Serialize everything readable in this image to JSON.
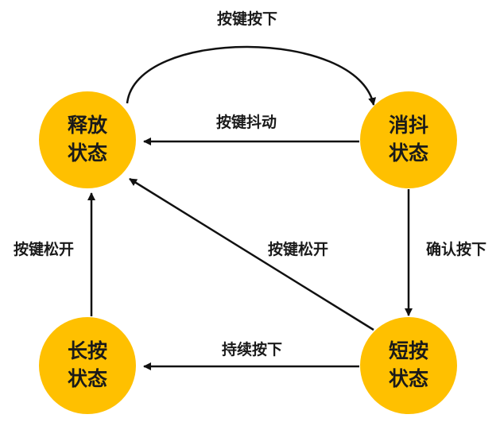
{
  "colors": {
    "node_fill": "#FFC000",
    "edge": "#111111",
    "text": "#1a1a1a"
  },
  "nodes": {
    "release": {
      "line1": "释放",
      "line2": "状态"
    },
    "debounce": {
      "line1": "消抖",
      "line2": "状态"
    },
    "short": {
      "line1": "短按",
      "line2": "状态"
    },
    "long": {
      "line1": "长按",
      "line2": "状态"
    }
  },
  "edges": {
    "release_to_debounce": "按键按下",
    "debounce_to_release": "按键抖动",
    "debounce_to_short": "确认按下",
    "short_to_release": "按键松开",
    "short_to_long": "持续按下",
    "long_to_release": "按键松开"
  }
}
